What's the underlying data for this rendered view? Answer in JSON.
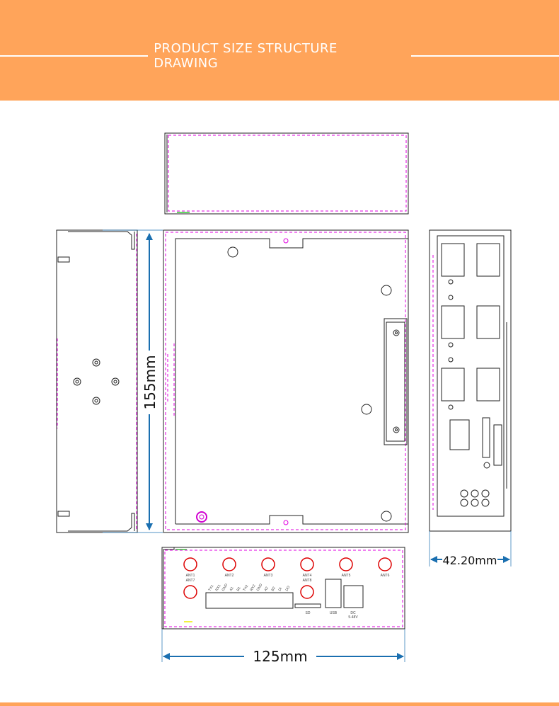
{
  "header": {
    "title": "PRODUCT SIZE STRUCTURE DRAWING"
  },
  "dimensions": {
    "height": "155mm",
    "width": "125mm",
    "depth": "42.20mm"
  },
  "front_panel": {
    "antennas": [
      "ANT1",
      "ANT2",
      "ANT3",
      "ANT4",
      "ANT5",
      "ANT6",
      "ANT7",
      "ANT8"
    ],
    "terminal_labels": [
      "TX1",
      "RX1",
      "GND",
      "A1",
      "B1",
      "TX2",
      "RX2",
      "GND",
      "A2",
      "B2",
      "DI",
      "DO"
    ],
    "sd": "SD",
    "usb": "USB",
    "dc": "DC",
    "dc_voltage": "5-48V"
  },
  "colors": {
    "header": "#FFA45A",
    "dimension_arrow": "#1a6fb0",
    "antenna": "#dd0000",
    "hidden_line": "#e000e0"
  }
}
